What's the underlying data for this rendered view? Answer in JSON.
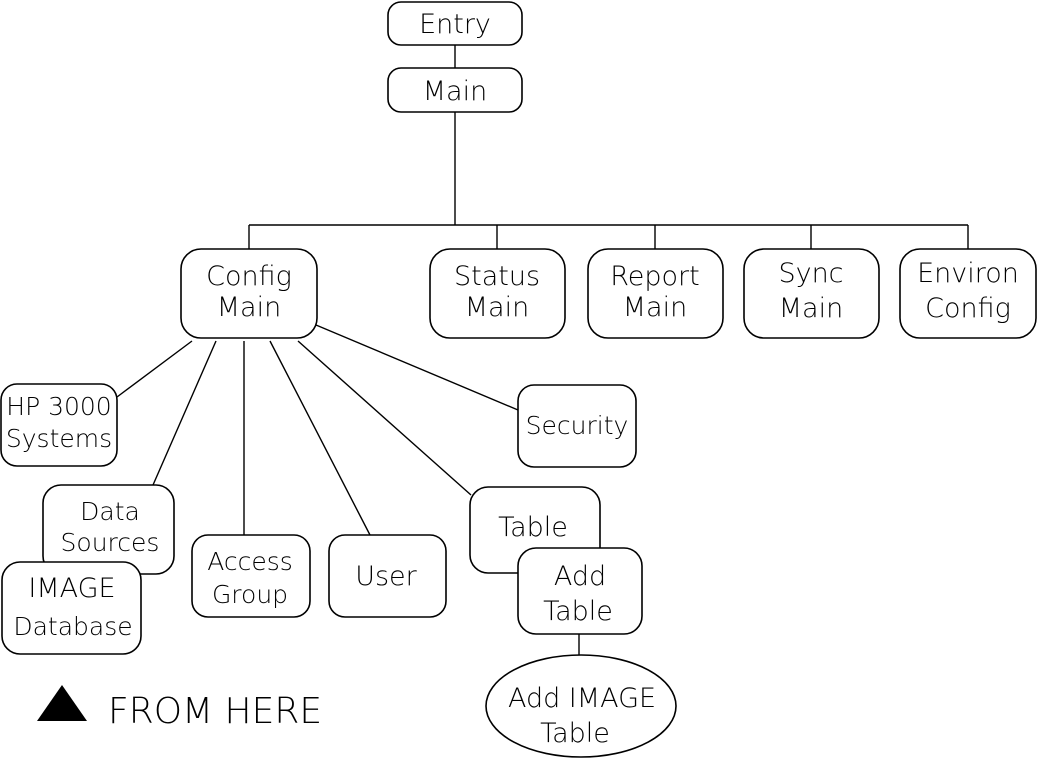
{
  "nodes": {
    "entry": [
      "Entry"
    ],
    "main": [
      "Main"
    ],
    "config_main": [
      "Config",
      "Main"
    ],
    "status_main": [
      "Status",
      "Main"
    ],
    "report_main": [
      "Report",
      "Main"
    ],
    "sync_main": [
      "Sync",
      "Main"
    ],
    "environ_config": [
      "Environ",
      "Config"
    ],
    "hp3000_systems": [
      "HP 3000",
      "Systems"
    ],
    "security": [
      "Security"
    ],
    "data_sources": [
      "Data",
      "Sources"
    ],
    "image_database": [
      "IMAGE",
      "Database"
    ],
    "access_group": [
      "Access",
      "Group"
    ],
    "user": [
      "User"
    ],
    "table": [
      "Table"
    ],
    "add_table": [
      "Add",
      "Table"
    ],
    "add_image_table": [
      "Add IMAGE",
      "Table"
    ]
  },
  "legend": {
    "label": "FROM HERE",
    "marker": "triangle-marker"
  },
  "colors": {
    "stroke": "#000000",
    "background": "#ffffff"
  }
}
